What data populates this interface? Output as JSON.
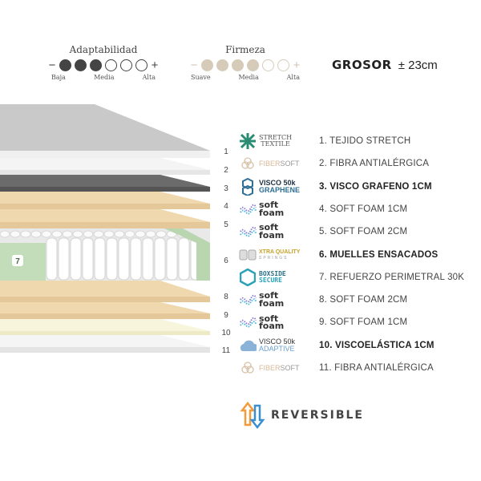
{
  "adaptabilidad": {
    "title": "Adaptabilidad",
    "level": 3,
    "max": 6,
    "scale": [
      "Baja",
      "Media",
      "Alta"
    ],
    "color": "#444444"
  },
  "firmeza": {
    "title": "Firmeza",
    "level": 4,
    "max": 6,
    "scale": [
      "Suave",
      "Media",
      "Alta"
    ],
    "color": "#d6cbb8"
  },
  "grosor": {
    "label": "GROSOR",
    "value": "± 23cm"
  },
  "minus": "−",
  "plus": "+",
  "spring_badge": "7",
  "layer_numbers": [
    "1",
    "2",
    "3",
    "4",
    "5",
    "6",
    "8",
    "9",
    "10",
    "11"
  ],
  "layers": [
    {
      "logo": "STRETCH TEXTILE",
      "label": "1. TEJIDO STRETCH",
      "bold": false
    },
    {
      "logo": "FIBERSOFT",
      "label": "2. FIBRA ANTIALÉRGICA",
      "bold": false
    },
    {
      "logo": "VISCO 50k GRAPHENE",
      "label": "3. VISCO GRAFENO 1CM",
      "bold": true
    },
    {
      "logo": "soft foam",
      "label": "4. SOFT FOAM 1CM",
      "bold": false
    },
    {
      "logo": "soft foam",
      "label": "5. SOFT FOAM 2CM",
      "bold": false
    },
    {
      "logo": "XTRA QUALITY SPRINGS",
      "label": "6. MUELLES ENSACADOS",
      "bold": true
    },
    {
      "logo": "BOXSIDE SECURE",
      "label": "7. REFUERZO PERIMETRAL 30K",
      "bold": false
    },
    {
      "logo": "soft foam",
      "label": "8. SOFT FOAM 2CM",
      "bold": false
    },
    {
      "logo": "soft foam",
      "label": "9. SOFT FOAM 1CM",
      "bold": false
    },
    {
      "logo": "VISCO 50k ADAPTIVE",
      "label": "10. VISCOELÁSTICA 1CM",
      "bold": true
    },
    {
      "logo": "FIBERSOFT",
      "label": "11. FIBRA ANTIALÉRGICA",
      "bold": false
    }
  ],
  "reversible": "REVERSIBLE"
}
